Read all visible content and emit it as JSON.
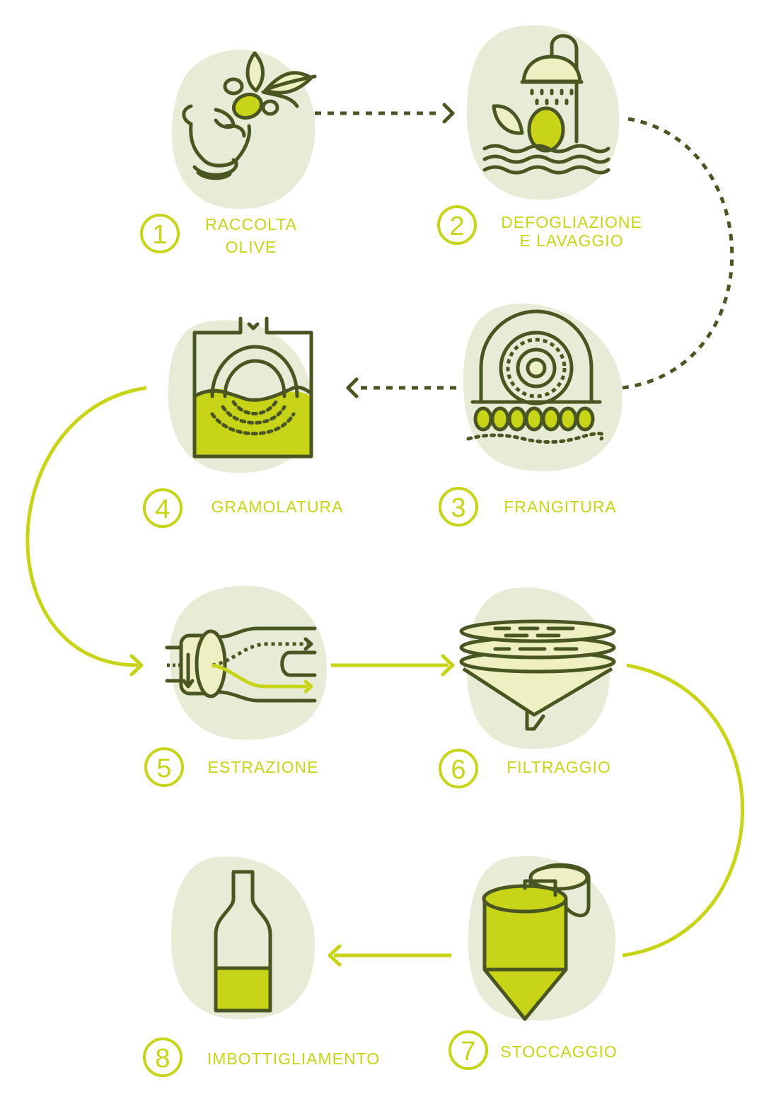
{
  "colors": {
    "dark_olive": "#4a5622",
    "lime": "#c8d418",
    "blob": "#e8ebd6",
    "pale": "#eef0c4"
  },
  "steps": [
    {
      "number": "1",
      "label_lines": [
        "RACCOLTA",
        "OLIVE"
      ],
      "icon": "hand-picking-olive-icon"
    },
    {
      "number": "2",
      "label_lines": [
        "DEFOGLIAZIONE",
        "E LAVAGGIO"
      ],
      "icon": "shower-washing-icon"
    },
    {
      "number": "3",
      "label_lines": [
        "FRANGITURA"
      ],
      "icon": "crusher-wheel-icon"
    },
    {
      "number": "4",
      "label_lines": [
        "GRAMOLATURA"
      ],
      "icon": "malaxer-tank-icon"
    },
    {
      "number": "5",
      "label_lines": [
        "ESTRAZIONE"
      ],
      "icon": "centrifuge-decanter-icon"
    },
    {
      "number": "6",
      "label_lines": [
        "FILTRAGGIO"
      ],
      "icon": "filter-press-icon"
    },
    {
      "number": "7",
      "label_lines": [
        "STOCCAGGIO"
      ],
      "icon": "storage-silo-icon"
    },
    {
      "number": "8",
      "label_lines": [
        "IMBOTTIGLIAMENTO"
      ],
      "icon": "oil-bottle-icon"
    }
  ]
}
